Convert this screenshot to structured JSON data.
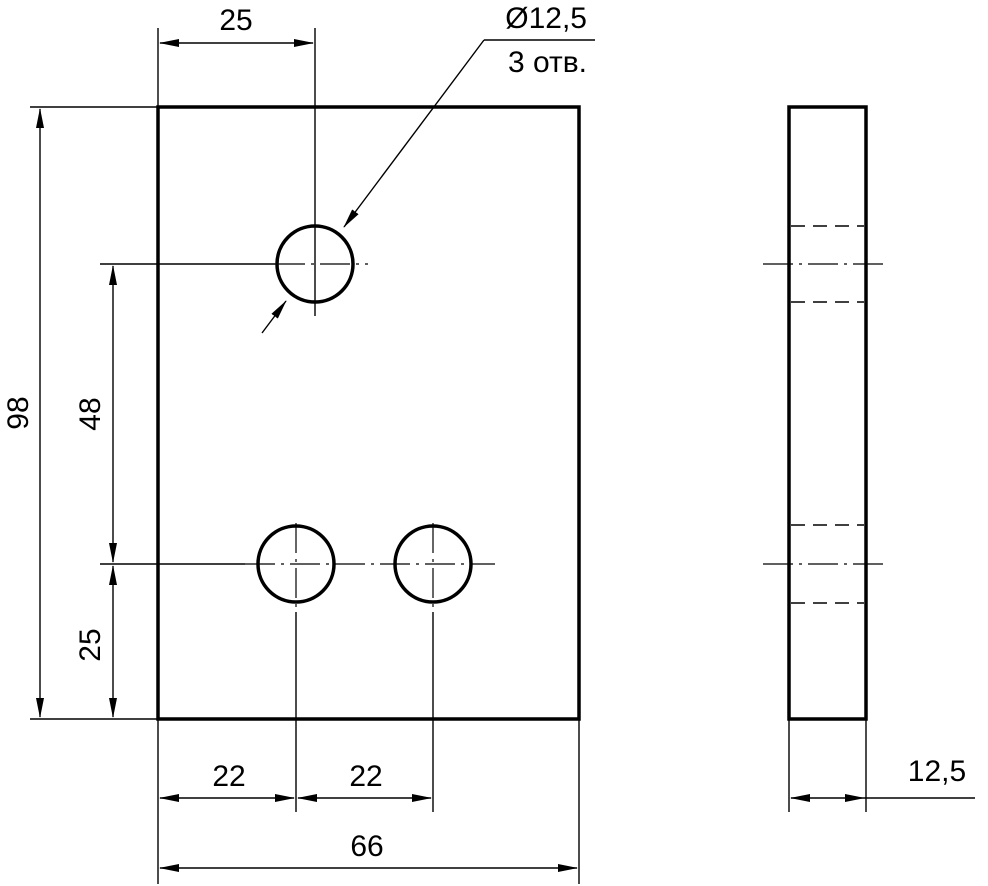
{
  "dimensions": {
    "hole_offset_top": "25",
    "hole_diameter": "Ø12,5",
    "hole_count": "3 отв.",
    "overall_height": "98",
    "hole_spacing_vertical": "48",
    "hole_offset_bottom": "25",
    "hole_offset_left": "22",
    "hole_spacing_horizontal": "22",
    "overall_width": "66",
    "thickness": "12,5"
  },
  "colors": {
    "line": "#000000",
    "background": "#ffffff"
  }
}
